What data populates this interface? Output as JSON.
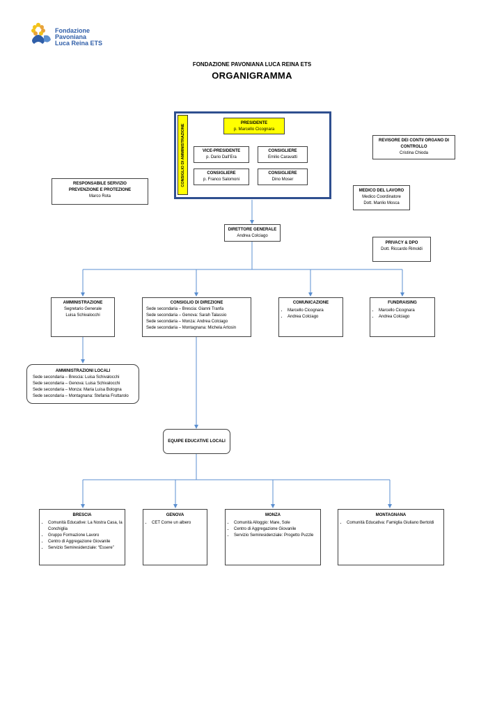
{
  "logo": {
    "line1": "Fondazione",
    "line2": "Pavoniana",
    "line3": "Luca Reina ETS",
    "colors": {
      "blue": "#2f5ea8",
      "yellow": "#f2c21b",
      "petal": "#e8a33a"
    }
  },
  "header": {
    "org_name": "FONDAZIONE PAVONIANA LUCA REINA ETS",
    "title": "ORGANIGRAMMA"
  },
  "board": {
    "label": "CONSIGLIO DI AMMINISTRAZIONE",
    "president": {
      "title": "PRESIDENTE",
      "name": "p. Marcello Cicognara"
    },
    "vice": {
      "title": "VICE-PRESIDENTE",
      "name": "p. Dario Dall’Era"
    },
    "c1": {
      "title": "CONSIGLIERE",
      "name": "Emilio Caravatti"
    },
    "c2": {
      "title": "CONSIGLIERE",
      "name": "p. Franco Salomoni"
    },
    "c3": {
      "title": "CONSIGLIERE",
      "name": "Dino Moser"
    }
  },
  "revisore": {
    "title1": "REVISORE DEI CONTI/ ORGANO DI",
    "title2": "CONTROLLO",
    "name": "Cristina Chioda"
  },
  "rspp": {
    "title1": "RESPONSABILE SERVIZIO",
    "title2": "PREVENZIONE E PROTEZIONE",
    "name": "Marco Rota"
  },
  "medico": {
    "title": "MEDICO DEL LAVORO",
    "line1": "Medico Coordinatore",
    "line2": "Dott. Manlio Mosca"
  },
  "direttore": {
    "title": "DIRETTORE GENERALE",
    "name": "Andrea Colciago"
  },
  "privacy": {
    "title": "PRIVACY & DPO",
    "name": "Dott. Riccardo Rimoldi"
  },
  "amministrazione": {
    "title": "AMMINISTRAZIONE",
    "line1": "Segretario Generale",
    "line2": "Luisa Schivalocchi"
  },
  "consiglio_direzione": {
    "title": "CONSIGLIO DI DIREZIONE",
    "rows": [
      "Sede secondaria – Brescia: Gianni Tranfa",
      "Sede secondaria – Genova: Sarah Talassio",
      "Sede secondaria – Monza: Andrea Colciago",
      "Sede secondaria – Montagnana: Michela Artosin"
    ]
  },
  "comunicazione": {
    "title": "COMUNICAZIONE",
    "items": [
      "Marcello Cicognara",
      "Andrea Colciago"
    ]
  },
  "fundraising": {
    "title": "FUNDRAISING",
    "items": [
      "Marcello Cicognara",
      "Andrea Colciago"
    ]
  },
  "amm_locali": {
    "title": "AMMINISTRAZIONI LOCALI",
    "rows": [
      "Sede secondaria – Brescia: Luisa Schivalocchi",
      "Sede secondaria – Genova: Luisa Schivalocchi",
      "Sede secondaria – Monza: Maria Luisa Bologna",
      "Sede secondaria – Montagnana: Stefania Fruttarolo"
    ]
  },
  "equipe": {
    "title": "EQUIPE EDUCATIVE LOCALI"
  },
  "brescia": {
    "title": "BRESCIA",
    "items": [
      "Comunità Educative: La Nostra Casa, la Conchiglia",
      "Gruppo Formazione Lavoro",
      "Centro di Aggregazione Giovanile",
      "Servizio Semiresidenziale: “Essere”"
    ]
  },
  "genova": {
    "title": "GENOVA",
    "items": [
      "CET Come un albero"
    ]
  },
  "monza": {
    "title": "MONZA",
    "items": [
      "Comunità Alloggio: Mare, Sole",
      "Centro di Aggregazione Giovanile",
      "Servizio Semiresidenziale: Progetto Puzzle"
    ]
  },
  "montagnana": {
    "title": "MONTAGNANA",
    "items": [
      "Comunità Educativa: Famiglia Giuliano Bertoldi"
    ]
  },
  "colors": {
    "connector": "#5b8fd0",
    "board_border": "#2f4f8f",
    "highlight": "#ffff00"
  }
}
